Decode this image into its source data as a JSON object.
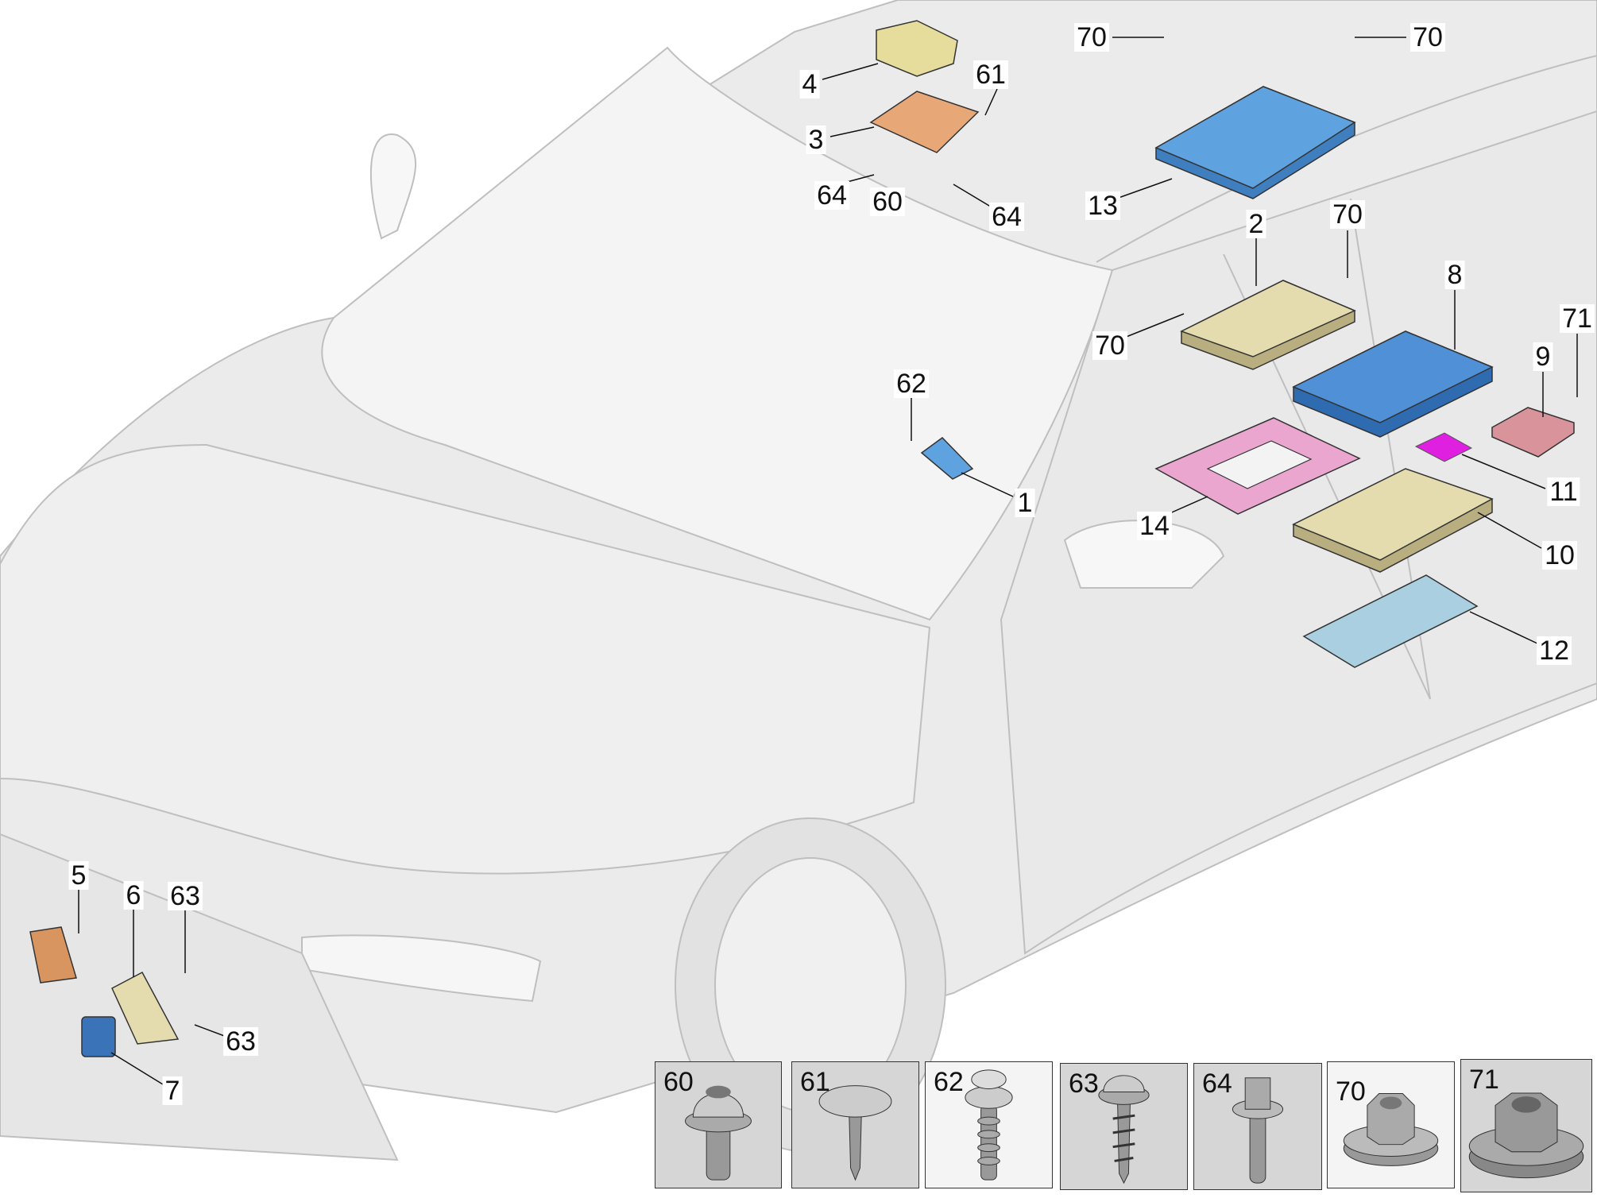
{
  "diagram": {
    "callouts": {
      "c70a": "70",
      "c70b": "70",
      "c4": "4",
      "c61": "61",
      "c3": "3",
      "c64a": "64",
      "c60": "60",
      "c64b": "64",
      "c13": "13",
      "c2": "2",
      "c70c": "70",
      "c8": "8",
      "c71": "71",
      "c70d": "70",
      "c9": "9",
      "c62": "62",
      "c1": "1",
      "c11": "11",
      "c14": "14",
      "c10": "10",
      "c12": "12",
      "c5": "5",
      "c6": "6",
      "c63a": "63",
      "c63b": "63",
      "c7": "7"
    },
    "fasteners": [
      {
        "number": "60",
        "icon": "torx-flange-bolt-icon"
      },
      {
        "number": "61",
        "icon": "pan-head-pin-screw-icon"
      },
      {
        "number": "62",
        "icon": "torx-self-tapping-screw-icon"
      },
      {
        "number": "63",
        "icon": "torx-wood-screw-icon"
      },
      {
        "number": "64",
        "icon": "hex-flange-bolt-icon"
      },
      {
        "number": "70",
        "icon": "hex-flange-nut-icon"
      },
      {
        "number": "71",
        "icon": "large-hex-flange-nut-icon"
      }
    ],
    "colors": {
      "module_blue": "#5ea3e0",
      "module_beige": "#e4dcae",
      "bracket_pink": "#eaa6cf",
      "pad_magenta": "#e020e0",
      "cover_pink": "#d9939b",
      "plate_lightblue": "#a9cfe0",
      "plate_orange": "#e8a777",
      "housing_yellow": "#e6dc9c"
    }
  }
}
